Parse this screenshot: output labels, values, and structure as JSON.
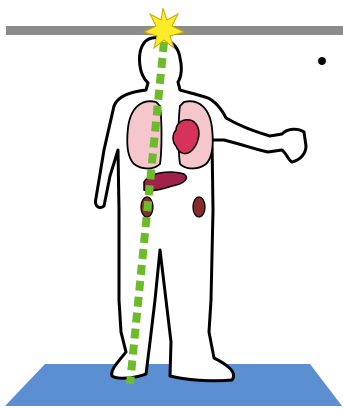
{
  "diagram": {
    "elements": [
      {
        "name": "ceiling-bar",
        "color": "#8c8c8c"
      },
      {
        "name": "floor-plate",
        "color": "#5b8fd1"
      },
      {
        "name": "human-figure-outline",
        "color": "#000000"
      },
      {
        "name": "lung-left",
        "color": "#f5c7cc"
      },
      {
        "name": "lung-right",
        "color": "#f5c7cc"
      },
      {
        "name": "heart",
        "color": "#d6335b"
      },
      {
        "name": "liver",
        "color": "#a0224a"
      },
      {
        "name": "kidney-left",
        "color": "#8b2a2a"
      },
      {
        "name": "kidney-right",
        "color": "#8b2a2a"
      },
      {
        "name": "current-path-line",
        "color": "#6dbb2b"
      },
      {
        "name": "spark-icon",
        "color": "#ffeb2a"
      },
      {
        "name": "bullet-point",
        "color": "#000000"
      }
    ]
  },
  "colors": {
    "ceiling": "#8c8c8c",
    "floor": "#5b8fd1",
    "lung": "#f5c7cc",
    "heart": "#d6335b",
    "liver": "#a0224a",
    "kidney": "#8b2a2a",
    "current": "#6dbb2b",
    "spark": "#ffeb2a"
  }
}
